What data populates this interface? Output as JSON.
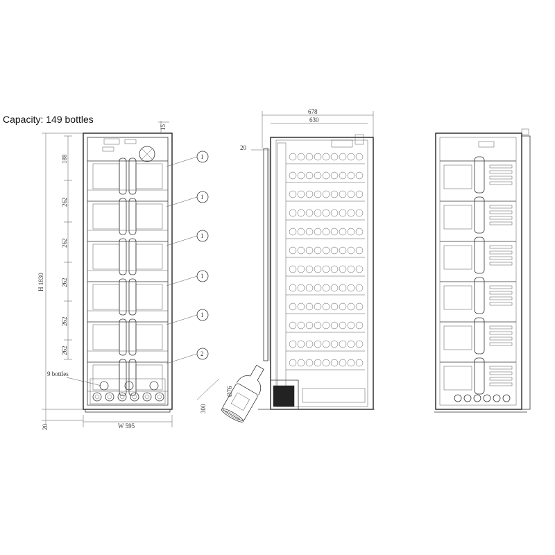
{
  "capacity_label": "Capacity: 149 bottles",
  "front_view": {
    "top_gap": "15",
    "height_label": "H 1830",
    "shelf_spacings": [
      "188",
      "262",
      "262",
      "262",
      "262",
      "262"
    ],
    "width_label": "W 595",
    "foot_label": "20",
    "bottom_label": "9 bottles",
    "callouts": [
      "1",
      "1",
      "1",
      "1",
      "1",
      "2"
    ]
  },
  "side_view": {
    "depth_outer": "678",
    "depth_inner": "630",
    "door_label": "20"
  },
  "bottle": {
    "length_label": "300",
    "diameter_label": "Ø76"
  }
}
